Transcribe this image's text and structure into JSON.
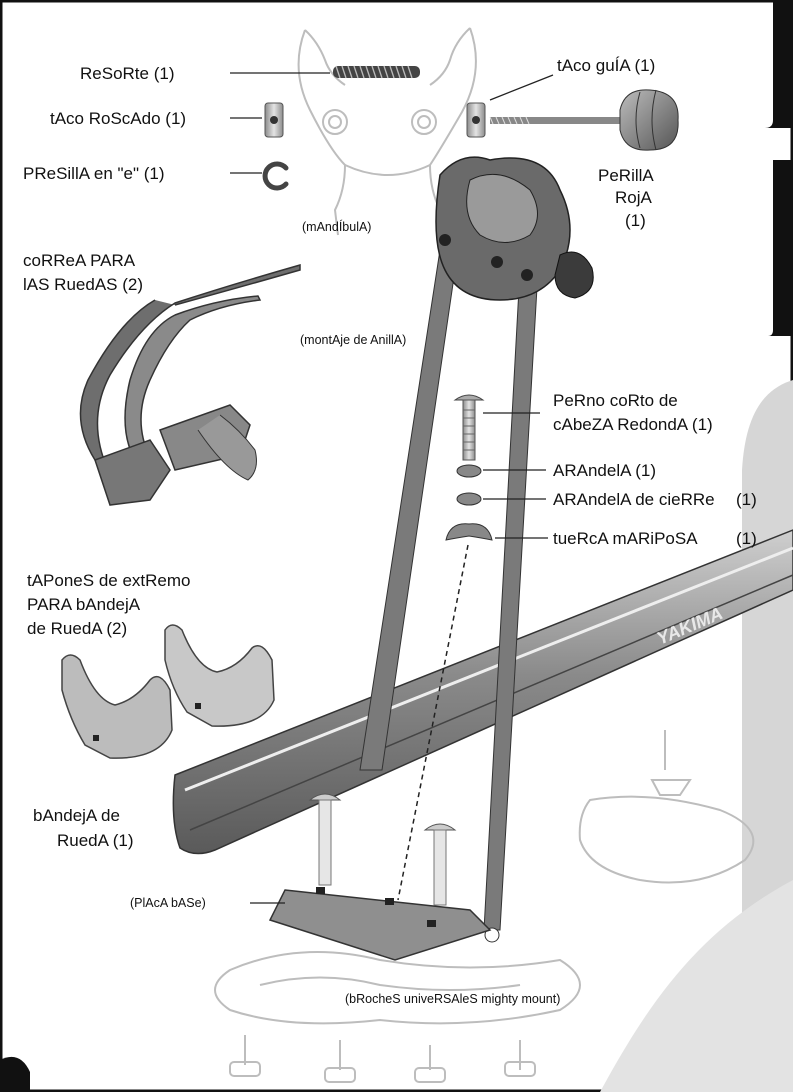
{
  "labels": {
    "resorte": "ReSoRte (1)",
    "taco_roscado": "tAco RoScAdo (1)",
    "presilla": "PReSillA en \"e\" (1)",
    "taco_guia": "tAco guÍA (1)",
    "perilla_1": "PeRillA",
    "perilla_2": "RojA",
    "perilla_3": "(1)",
    "mandibula": "(mAndÍbulA)",
    "correa_1": "coRReA PARA",
    "correa_2": "lAS RuedAS (2)",
    "montaje": "(montAje de AnillA)",
    "perno_1": "PeRno coRto de",
    "perno_2": "cAbeZA RedondA (1)",
    "arandela": "ARAndelA (1)",
    "arandela_cierre": "ARAndelA de cieRRe",
    "arandela_cierre_qty": "(1)",
    "tuerca": "tueRcA mARiPoSA",
    "tuerca_qty": "(1)",
    "tapones_1": "tAPoneS de extRemo",
    "tapones_2": "PARA bAndejA",
    "tapones_3": "de RuedA (2)",
    "bandeja_1": "bAndejA de",
    "bandeja_2": "RuedA (1)",
    "placa": "(PlAcA bASe)",
    "broches": "(bRocheS univeRSAleS mighty mount)",
    "brand": "YAKIMA"
  }
}
